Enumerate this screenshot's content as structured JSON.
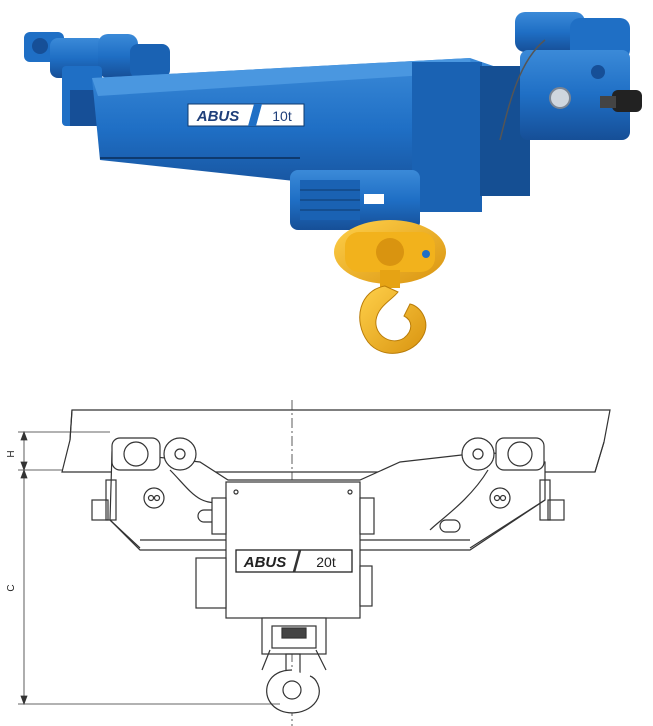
{
  "photo": {
    "brand": "ABUS",
    "capacity": "10t",
    "colors": {
      "body": "#1f6fc5",
      "body_dark": "#164f97",
      "body_light": "#3b8ad8",
      "hook": "#f2b21c",
      "hook_dark": "#c98a0a"
    }
  },
  "drawing": {
    "brand": "ABUS",
    "capacity": "20t",
    "dim_h": "H",
    "dim_c": "C",
    "colors": {
      "line": "#333333",
      "fill": "#ffffff"
    }
  }
}
